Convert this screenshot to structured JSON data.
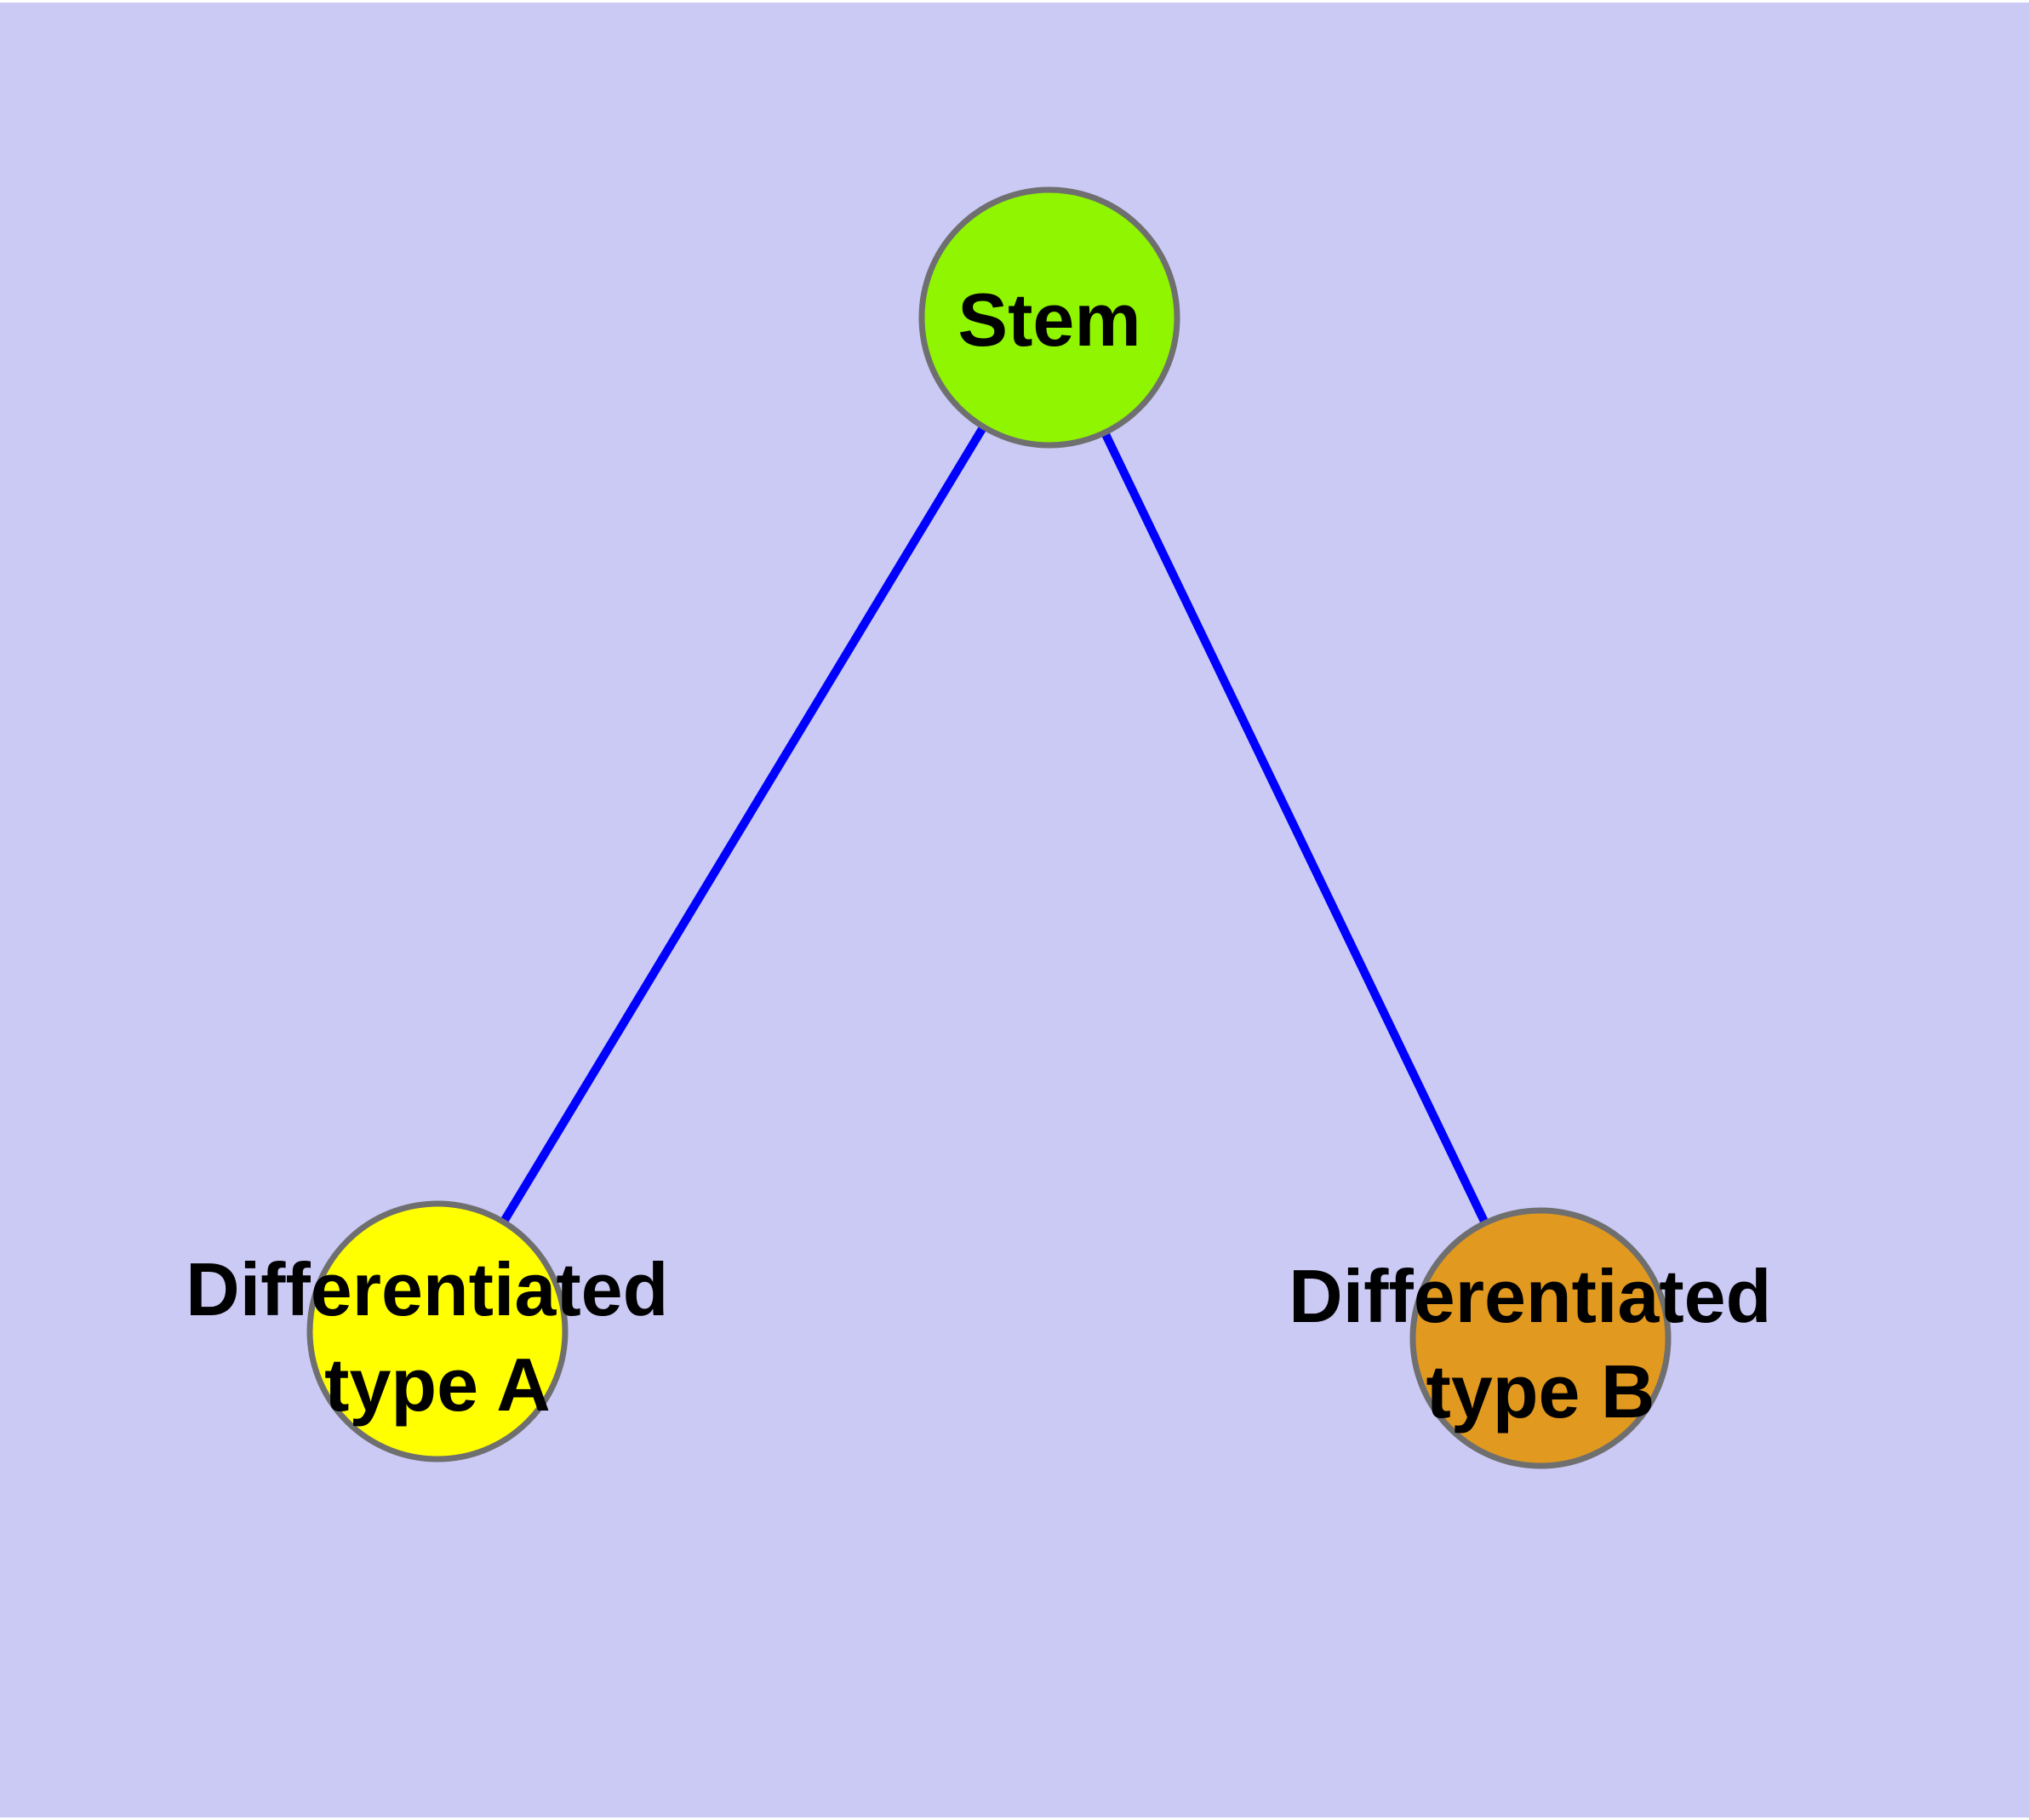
{
  "diagram": {
    "type": "node-link-graph",
    "colors": {
      "background": "#CACAF5",
      "edge_stroke": "#0000FF",
      "node_stroke": "#6F6F6F",
      "label": "#000000"
    },
    "nodes": [
      {
        "id": "stem",
        "fill": "#8FF500",
        "lines": [
          "Stem"
        ]
      },
      {
        "id": "differentiated-type-a",
        "fill": "#FFFF00",
        "lines": [
          "Differentiated",
          "type A"
        ]
      },
      {
        "id": "differentiated-type-b",
        "fill": "#E2991F",
        "lines": [
          "Differentiated",
          "type B"
        ]
      }
    ],
    "edges": [
      {
        "from": "stem",
        "to": "differentiated-type-a"
      },
      {
        "from": "stem",
        "to": "differentiated-type-b"
      }
    ]
  }
}
